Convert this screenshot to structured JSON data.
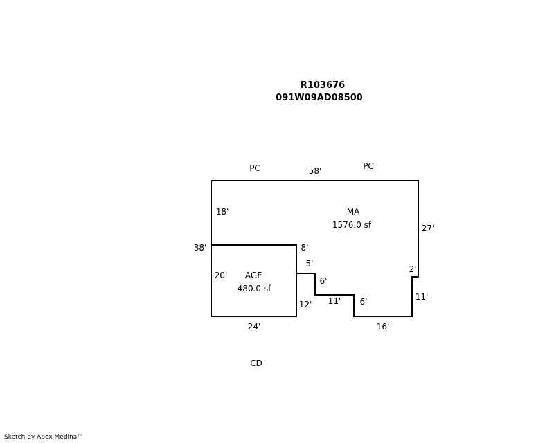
{
  "header": {
    "parcel_id": "R103676",
    "map_tax_lot": "091W09AD08500"
  },
  "side_labels": {
    "top_left": "PC",
    "top_right": "PC",
    "bottom": "CD"
  },
  "areas": {
    "main": {
      "code": "MA",
      "area": "1576.0 sf"
    },
    "garage": {
      "code": "AGF",
      "area": "480.0 sf"
    }
  },
  "dimensions": {
    "top": "58'",
    "left_upper": "18'",
    "left_total": "38'",
    "right_upper": "27'",
    "right_jog": "2'",
    "right_lower": "11'",
    "garage_top": "8'",
    "garage_left": "20'",
    "garage_right": "12'",
    "garage_bottom": "24'",
    "step_one_horizontal": "5'",
    "step_one_vertical": "6'",
    "step_two_horizontal": "11'",
    "step_two_vertical": "6'",
    "bottom_right": "16'"
  },
  "footer": {
    "credit": "Sketch by Apex Medina™"
  }
}
